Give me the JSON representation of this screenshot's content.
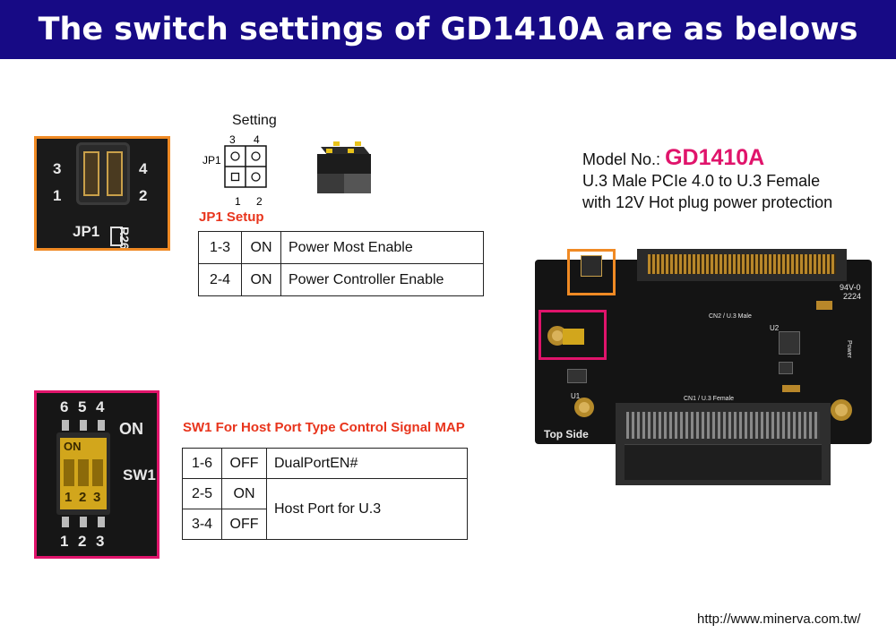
{
  "title": "The switch settings of GD1410A are as belows",
  "jp1": {
    "setting_label": "Setting",
    "pin_top": [
      "3",
      "4"
    ],
    "pin_bottom": [
      "1",
      "2"
    ],
    "name": "JP1",
    "photo_pins_left": [
      "3",
      "1"
    ],
    "photo_pins_right": [
      "4",
      "2"
    ],
    "photo_label": "JP1",
    "photo_partial": "R26",
    "setup_title": "JP1 Setup",
    "rows": [
      {
        "pins": "1-3",
        "state": "ON",
        "desc": "Power Most Enable"
      },
      {
        "pins": "2-4",
        "state": "ON",
        "desc": "Power Controller Enable"
      }
    ]
  },
  "sw1": {
    "photo_top_nums": [
      "6",
      "5",
      "4"
    ],
    "photo_on": "ON",
    "photo_switch_on": "ON",
    "photo_name": "SW1",
    "photo_switch_nums": [
      "1",
      "2",
      "3"
    ],
    "photo_bottom_nums": [
      "1",
      "2",
      "3"
    ],
    "title": "SW1 For Host Port Type Control Signal MAP",
    "rows": [
      {
        "pins": "1-6",
        "state": "OFF",
        "desc": "DualPortEN#"
      },
      {
        "pins": "2-5",
        "state": "ON",
        "desc": "Host Port for U.3"
      },
      {
        "pins": "3-4",
        "state": "OFF"
      }
    ]
  },
  "model": {
    "label": "Model No.:",
    "number": "GD1410A",
    "line1": "U.3 Male PCIe 4.0 to U.3 Female",
    "line2": "with 12V Hot plug power protection"
  },
  "board": {
    "cn2": "CN2 / U.3 Male",
    "cn1": "CN1 / U.3 Female",
    "top_side": "Top Side",
    "code1": "94V-0",
    "code2": "2224",
    "u1": "U1",
    "u2": "U2",
    "power": "Power"
  },
  "footer_url": "http://www.minerva.com.tw/",
  "colors": {
    "banner": "#170a85",
    "accent_red": "#e8341c",
    "model_pink": "#e0146b",
    "jp1_box": "#f08a24",
    "sw1_box": "#e0146b"
  }
}
